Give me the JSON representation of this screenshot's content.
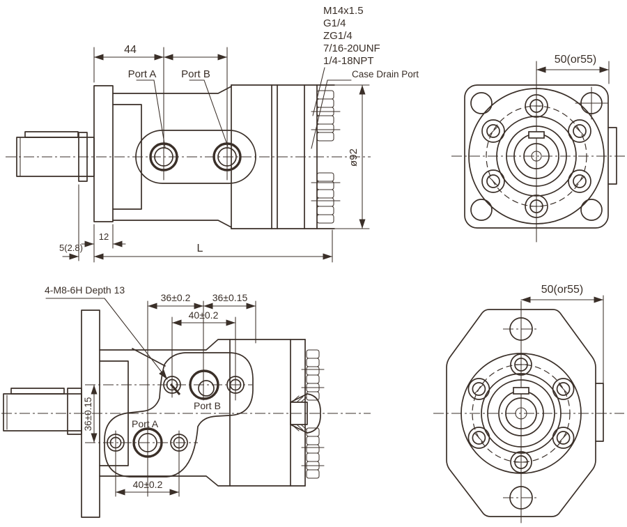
{
  "colors": {
    "line": "#3a2f28",
    "background": "#ffffff"
  },
  "side_view": {
    "thread_options": [
      "M14x1.5",
      "G1/4",
      "ZG1/4",
      "7/16-20UNF",
      "1/4-18NPT"
    ],
    "case_drain_label": "Case Drain Port",
    "port_a_label": "Port A",
    "port_b_label": "Port B",
    "dim_port_offset": "44",
    "dim_flange_thickness": "12",
    "dim_shoulder": "5(2.8)",
    "dim_length": "L",
    "dim_body_diameter": "ø92"
  },
  "front_view_square": {
    "dim_width": "50(or55)"
  },
  "port_face_view": {
    "port_a_label": "Port A",
    "port_b_label": "Port B",
    "dim_mount_holes": "4-M8-6H Depth 13",
    "dim_ports_horizontal": "36±0.2",
    "dim_hole_offset": "36±0.15",
    "dim_port_b_bolts": "40±0.2",
    "dim_ports_vertical": "36±0.15",
    "dim_port_a_bolts": "40±0.2"
  },
  "front_view_wing": {
    "dim_width": "50(or55)"
  }
}
